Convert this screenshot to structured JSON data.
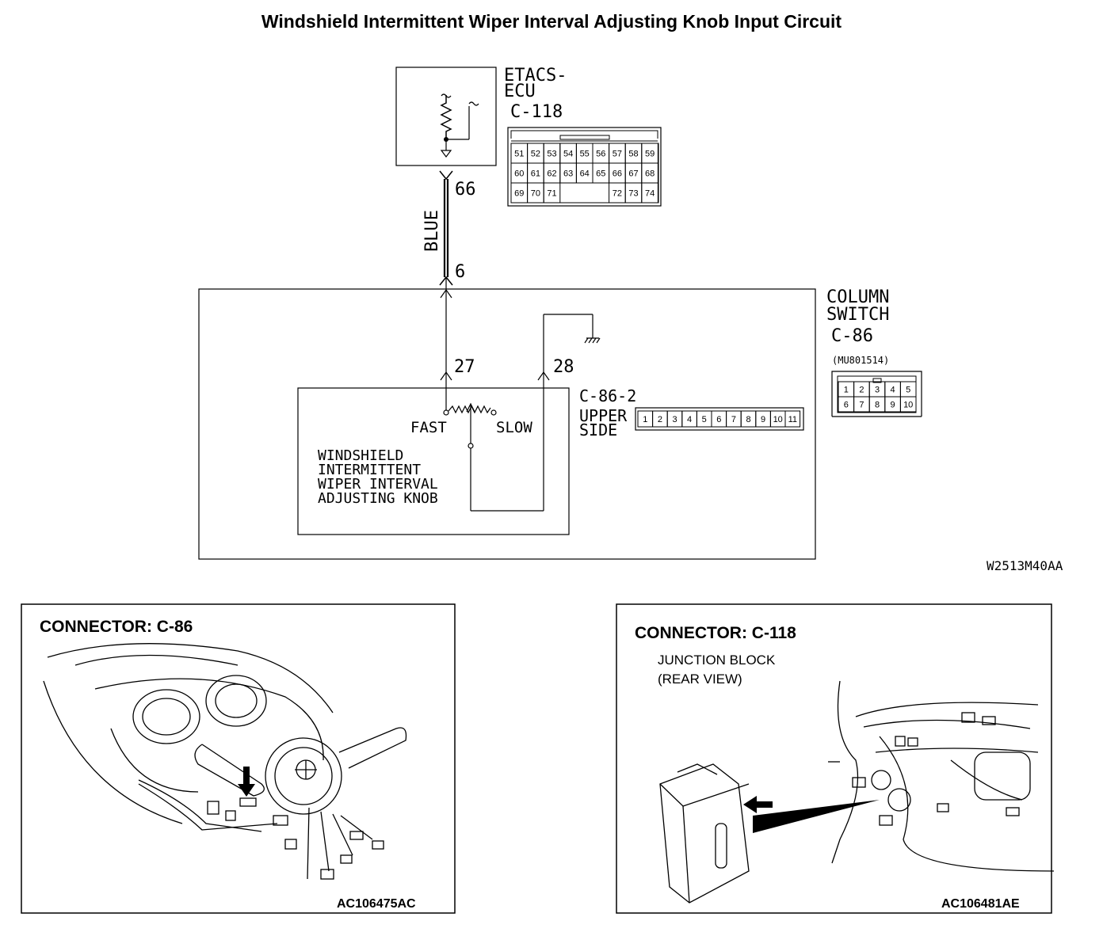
{
  "title": "Windshield Intermittent Wiper Interval Adjusting Knob Input Circuit",
  "ecu": {
    "name_line1": "ETACS-",
    "name_line2": "ECU",
    "connector_id": "C-118",
    "pins_row1": [
      "51",
      "52",
      "53",
      "54",
      "55",
      "56",
      "57",
      "58",
      "59"
    ],
    "pins_row2": [
      "60",
      "61",
      "62",
      "63",
      "64",
      "65",
      "66",
      "67",
      "68"
    ],
    "pins_row3_left": [
      "69",
      "70",
      "71"
    ],
    "pins_row3_right": [
      "72",
      "73",
      "74"
    ]
  },
  "wire": {
    "color_label": "BLUE",
    "ecu_pin": "66",
    "switch_pin": "6"
  },
  "column_switch": {
    "name_line1": "COLUMN",
    "name_line2": "SWITCH",
    "connector_id": "C-86",
    "part_number": "(MU801514)",
    "pins_top": [
      "1",
      "2",
      "3",
      "4",
      "5"
    ],
    "pins_bottom": [
      "6",
      "7",
      "8",
      "9",
      "10"
    ]
  },
  "knob": {
    "pin_left": "27",
    "pin_right": "28",
    "fast_label": "FAST",
    "slow_label": "SLOW",
    "name_lines": [
      "WINDSHIELD",
      "INTERMITTENT",
      "WIPER INTERVAL",
      "ADJUSTING KNOB"
    ],
    "sub_connector": "C-86-2",
    "upper_side_line1": "UPPER",
    "upper_side_line2": "SIDE",
    "sub_pins": [
      "1",
      "2",
      "3",
      "4",
      "5",
      "6",
      "7",
      "8",
      "9",
      "10",
      "11"
    ]
  },
  "diagram_code": "W2513M40AA",
  "connector_panel_left": {
    "title": "CONNECTOR: C-86",
    "code": "AC106475AC"
  },
  "connector_panel_right": {
    "title": "CONNECTOR: C-118",
    "caption_line1": "JUNCTION BLOCK",
    "caption_line2": "(REAR VIEW)",
    "code": "AC106481AE"
  }
}
